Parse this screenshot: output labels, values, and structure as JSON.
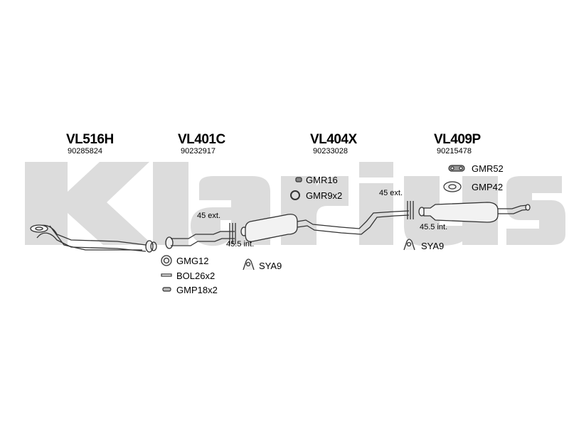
{
  "brand": {
    "watermark_text": "Klarius",
    "watermark_color": "#dcdcdc"
  },
  "parts": [
    {
      "code": "VL516H",
      "number": "90285824"
    },
    {
      "code": "VL401C",
      "number": "90232917"
    },
    {
      "code": "VL404X",
      "number": "90233028"
    },
    {
      "code": "VL409P",
      "number": "90215478"
    }
  ],
  "accessories": {
    "gmg12": "GMG12",
    "bol26x2": "BOL26x2",
    "gmp18x2": "GMP18x2",
    "gmr16": "GMR16",
    "gmr9x2": "GMR9x2",
    "sya9_a": "SYA9",
    "sya9_b": "SYA9",
    "gmr52": "GMR52",
    "gmp42": "GMP42"
  },
  "dimensions": {
    "ext_45_a": "45 ext.",
    "int_455_a": "45.5 int.",
    "ext_45_b": "45 ext.",
    "int_455_b": "45.5 int."
  },
  "colors": {
    "line": "#333333",
    "part_fill": "#f2f2f2",
    "watermark": "#dcdcdc"
  }
}
